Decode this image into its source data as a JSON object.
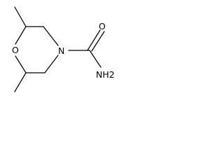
{
  "molecule": {
    "atoms": {
      "ring_oxygen": "O",
      "ring_nitrogen": "N",
      "carbonyl_oxygen": "O",
      "amide_group": "NH2"
    }
  }
}
